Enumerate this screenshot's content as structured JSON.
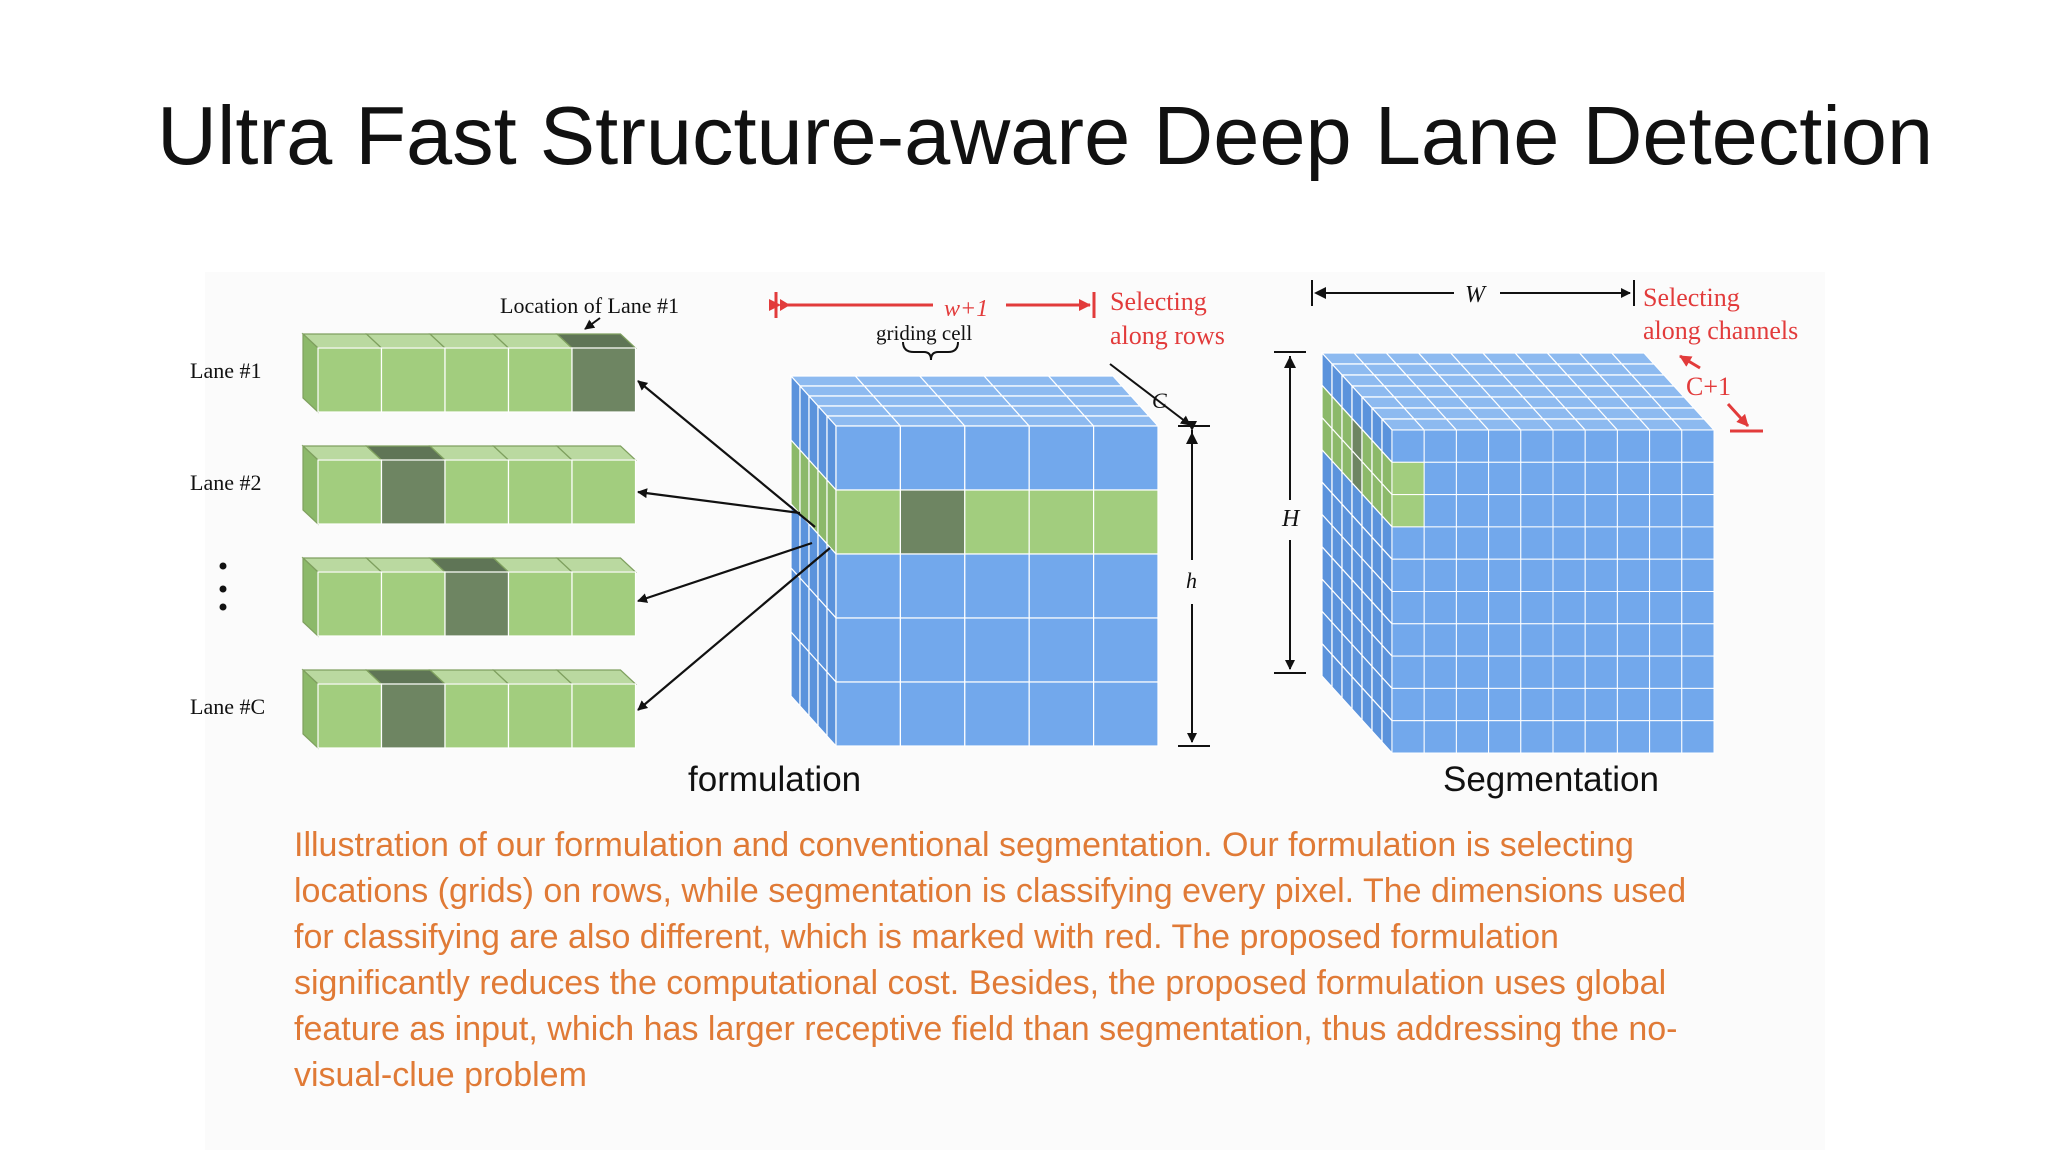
{
  "slide": {
    "title": "Ultra Fast Structure-aware Deep Lane Detection",
    "caption": "Illustration of our formulation and conventional segmentation. Our formulation is selecting locations (grids) on rows, while segmentation is classifying every pixel. The dimensions used for classifying are also different, which is marked with red. The proposed formulation significantly reduces the computational cost. Besides, the proposed formulation uses global feature as input, which has larger receptive field than segmentation, thus addressing the no-visual-clue problem"
  },
  "figure": {
    "lanes": [
      {
        "label": "Lane #1",
        "selected_cell": 4
      },
      {
        "label": "Lane #2",
        "selected_cell": 1
      },
      {
        "label": "Lane #C",
        "selected_cell": 1
      }
    ],
    "dotted_lane": {
      "selected_cell": 2
    },
    "location_label": "Location of Lane #1",
    "width_label": "w+1",
    "griding_label": "griding cell",
    "rows_label_line1": "Selecting",
    "rows_label_line2": "along rows",
    "c_label": "C",
    "h_label": "h",
    "seg_w_label": "W",
    "seg_h_label": "H",
    "channels_label_line1": "Selecting",
    "channels_label_line2": "along channels",
    "c_plus_label": "C+1",
    "formulation_label": "formulation",
    "segmentation_label": "Segmentation"
  },
  "colors": {
    "lane_green": "#a2cd7e",
    "lane_green_top": "#bad9a0",
    "lane_green_side": "#8cb96a",
    "selected_dark": "#6e8562",
    "grid_blue": "#72a8ec",
    "grid_blue_top": "#8dbaf0",
    "grid_blue_side": "#5b93dc",
    "highlight_red": "#e23b3b",
    "caption_orange": "#e07a36"
  }
}
